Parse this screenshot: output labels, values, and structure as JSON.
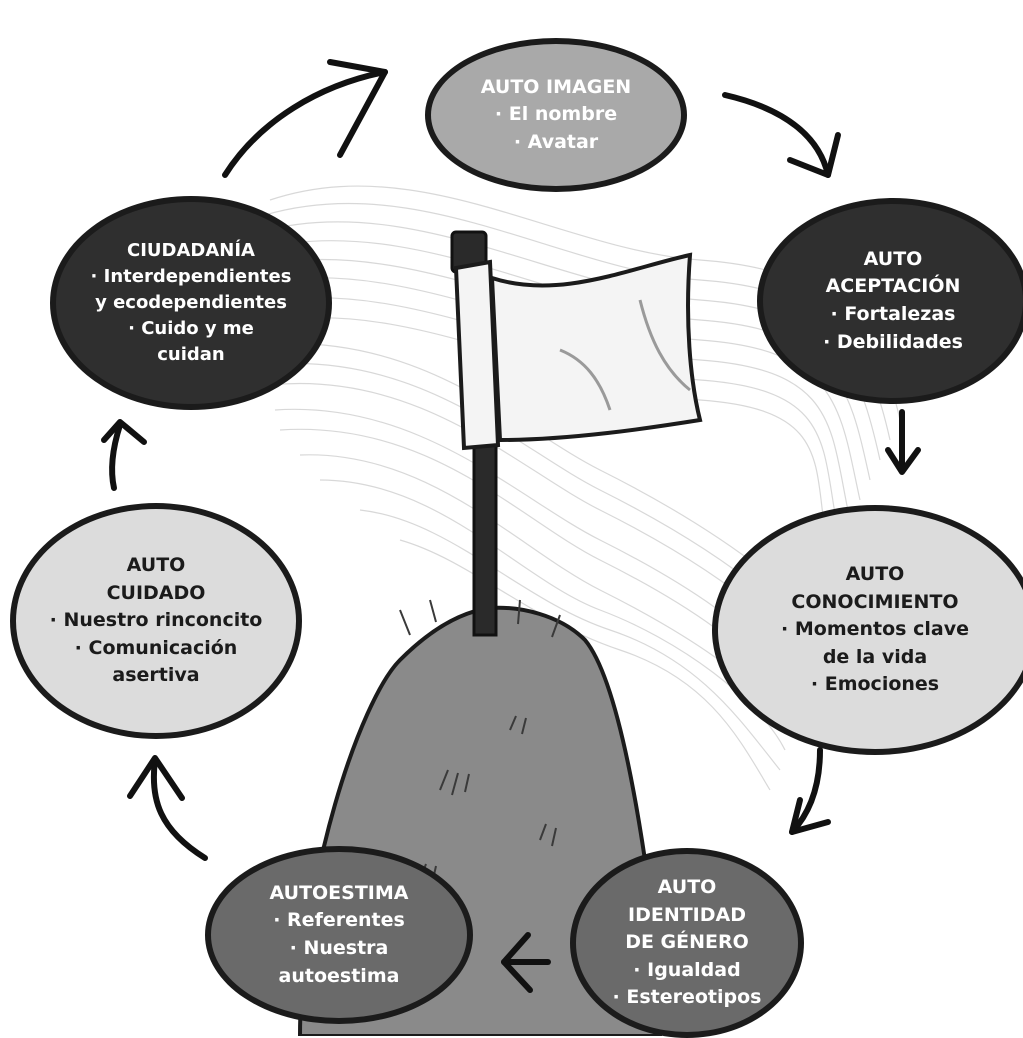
{
  "nodes": {
    "auto_imagen": {
      "title": "AUTO IMAGEN",
      "items": [
        "· El nombre",
        "· Avatar"
      ]
    },
    "auto_aceptacion": {
      "title1": "AUTO",
      "title2": "ACEPTACIÓN",
      "items": [
        "· Fortalezas",
        "· Debilidades"
      ]
    },
    "auto_conocimiento": {
      "title1": "AUTO",
      "title2": "CONOCIMIENTO",
      "items": [
        "· Momentos clave",
        "de la vida",
        "· Emociones"
      ]
    },
    "auto_identidad": {
      "title1": "AUTO",
      "title2": "IDENTIDAD",
      "title3": "DE GÉNERO",
      "items": [
        "· Igualdad",
        "· Estereotipos"
      ]
    },
    "autoestima": {
      "title": "AUTOESTIMA",
      "items": [
        "· Referentes",
        "· Nuestra",
        "autoestima"
      ]
    },
    "auto_cuidado": {
      "title1": "AUTO",
      "title2": "CUIDADO",
      "items": [
        "· Nuestro rinconcito",
        "· Comunicación",
        "asertiva"
      ]
    },
    "ciudadania": {
      "title": "CIUDADANÍA",
      "items": [
        "· Interdependientes",
        "y ecodependientes",
        "· Cuido y me",
        "cuidan"
      ]
    }
  },
  "colors": {
    "outline": "#1b1b1b",
    "dark_fill": "#2f2f2f",
    "mid_fill": "#6a6a6a",
    "grey_fill": "#a9a9a9",
    "light_fill": "#dcdcdc",
    "mound_fill": "#8a8a8a",
    "flag_fill": "#f4f4f4"
  },
  "illustration": [
    "flag-on-pole",
    "furry-mound",
    "wind-swirls",
    "cycle-arrows"
  ]
}
